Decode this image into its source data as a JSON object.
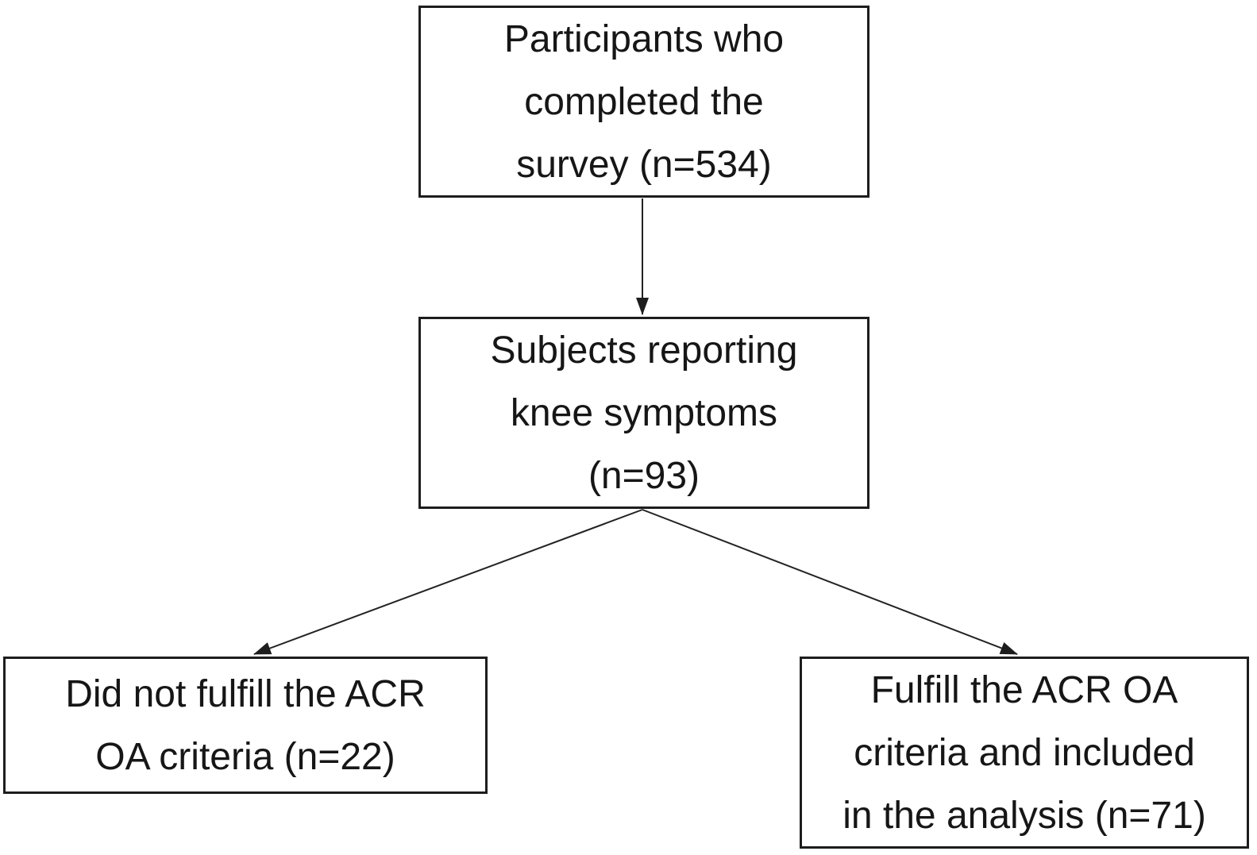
{
  "diagram": {
    "type": "flowchart",
    "background_color": "#ffffff",
    "line_color": "#222222",
    "border_color": "#1d1d1d",
    "text_color": "#161616",
    "nodes": [
      {
        "id": "survey",
        "text": "Participants who\ncompleted the\nsurvey (n=534)",
        "n": 534
      },
      {
        "id": "knee-symptoms",
        "text": "Subjects reporting\nknee symptoms\n(n=93)",
        "n": 93
      },
      {
        "id": "did-not-fulfill-acr",
        "text": "Did not fulfill the ACR\nOA criteria (n=22)",
        "n": 22
      },
      {
        "id": "fulfill-acr-included",
        "text": "Fulfill the ACR OA\ncriteria and included\nin the analysis (n=71)",
        "n": 71
      }
    ],
    "edges": [
      {
        "from": "survey",
        "to": "knee-symptoms",
        "arrow": "true"
      },
      {
        "from": "knee-symptoms",
        "to": "did-not-fulfill-acr",
        "arrow": "true"
      },
      {
        "from": "knee-symptoms",
        "to": "fulfill-acr-included",
        "arrow": "true"
      }
    ]
  }
}
